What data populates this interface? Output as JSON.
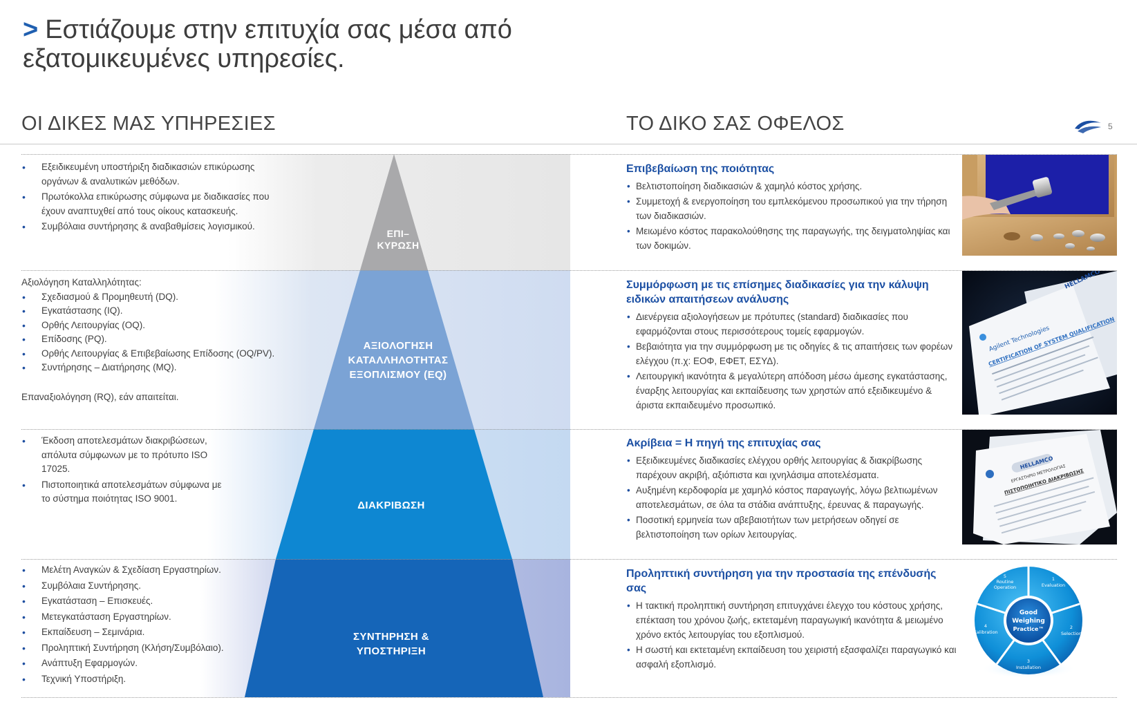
{
  "header": {
    "chevron": ">",
    "title_line1": "Εστιάζουμε στην επιτυχία σας μέσα από",
    "title_line2": "εξατομικευμένες υπηρεσίες."
  },
  "sections": {
    "left_heading": "ΟΙ ΔΙΚΕΣ ΜΑΣ ΥΠΗΡΕΣΙΕΣ",
    "right_heading": "ΤΟ ΔΙΚΟ ΣΑΣ ΟΦΕΛΟΣ",
    "page_number": "5"
  },
  "pyramid": {
    "tier1": [
      "ΕΠΙ–",
      "ΚΥΡΩΣΗ"
    ],
    "tier2": [
      "ΑΞΙΟΛΟΓΗΣΗ",
      "ΚΑΤΑΛΛΗΛΟΤΗΤΑΣ",
      "ΕΞΟΠΛΙΣΜΟΥ (EQ)"
    ],
    "tier3": [
      "ΔΙΑΚΡΙΒΩΣΗ"
    ],
    "tier4": [
      "ΣΥΝΤΗΡΗΣΗ &",
      "ΥΠΟΣΤΗΡΙΞΗ"
    ]
  },
  "services": {
    "validation": [
      "Εξειδικευμένη υποστήριξη διαδικασιών επικύρωσης οργάνων & αναλυτικών μεθόδων.",
      "Πρωτόκολλα επικύρωσης σύμφωνα με διαδικασίες που έχουν αναπτυχθεί από τους οίκους κατασκευής.",
      "Συμβόλαια συντήρησης & αναβαθμίσεις λογισμικού."
    ],
    "qualification_intro": "Αξιολόγηση Καταλληλότητας:",
    "qualification": [
      "Σχεδιασμού & Προμηθευτή (DQ).",
      "Εγκατάστασης (IQ).",
      "Ορθής Λειτουργίας (OQ).",
      "Επίδοσης (PQ).",
      "Ορθής Λειτουργίας & Επιβεβαίωσης Επίδοσης (OQ/PV).",
      "Συντήρησης – Διατήρησης (MQ)."
    ],
    "qualification_outro": "Επαναξιολόγηση (RQ), εάν απαιτείται.",
    "calibration": [
      "Έκδοση αποτελεσμάτων διακριβώσεων, απόλυτα σύμφωνων με το πρότυπο ISO 17025.",
      "Πιστοποιητικά αποτελεσμάτων σύμφωνα με το σύστημα ποιότητας ISO 9001."
    ],
    "maintenance": [
      "Μελέτη Αναγκών & Σχεδίαση Εργαστηρίων.",
      "Συμβόλαια Συντήρησης.",
      "Εγκατάσταση – Επισκευές.",
      "Μετεγκατάσταση Εργαστηρίων.",
      "Εκπαίδευση – Σεμινάρια.",
      "Προληπτική Συντήρηση (Κλήση/Συμβόλαιο).",
      "Ανάπτυξη Εφαρμογών.",
      "Τεχνική Υποστήριξη."
    ]
  },
  "benefits": [
    {
      "heading": "Επιβεβαίωση της ποιότητας",
      "items": [
        "Βελτιστοποίηση διαδικασιών & χαμηλό κόστος χρήσης.",
        "Συμμετοχή & ενεργοποίηση του εμπλεκόμενου προσωπικού για την τήρηση των διαδικασιών.",
        "Μειωμένο κόστος παρακολούθησης της παραγωγής, της δειγματοληψίας και των δοκιμών."
      ]
    },
    {
      "heading": "Συμμόρφωση με τις επίσημες διαδικασίες για την κάλυψη ειδικών απαιτήσεων ανάλυσης",
      "items": [
        "Διενέργεια αξιολογήσεων με πρότυπες (standard) διαδικασίες που εφαρμόζονται στους περισσότερους τομείς εφαρμογών.",
        "Βεβαιότητα για την συμμόρφωση με τις οδηγίες & τις απαιτήσεις των φορέων ελέγχου (π.χ: ΕΟΦ, ΕΦΕΤ, ΕΣΥΔ).",
        "Λειτουργική ικανότητα & μεγαλύτερη απόδοση μέσω άμεσης εγκατάστασης, έναρξης λειτουργίας και εκπαίδευσης των χρηστών από εξειδικευμένο & άριστα εκπαιδευμένο προσωπικό."
      ]
    },
    {
      "heading": "Ακρίβεια = Η πηγή της επιτυχίας σας",
      "items": [
        "Εξειδικευμένες διαδικασίες ελέγχου ορθής λειτουργίας & διακρίβωσης παρέχουν ακριβή, αξιόπιστα και ιχνηλάσιμα αποτελέσματα.",
        "Αυξημένη κερδοφορία με χαμηλό κόστος παραγωγής, λόγω βελτιωμένων αποτελεσμάτων, σε όλα τα στάδια ανάπτυξης, έρευνας & παραγωγής.",
        "Ποσοτική ερμηνεία των αβεβαιοτήτων των μετρήσεων οδηγεί σε βελτιστοποίηση των ορίων λειτουργίας."
      ]
    },
    {
      "heading": "Προληπτική συντήρηση για την προστασία της επένδυσής σας",
      "items": [
        "Η τακτική προληπτική συντήρηση επιτυγχάνει έλεγχο του κόστους χρήσης, επέκταση του χρόνου ζωής, εκτεταμένη παραγωγική ικανότητα & μειωμένο χρόνο εκτός λειτουργίας του εξοπλισμού.",
        "Η σωστή και εκτεταμένη εκπαίδευση του χειριστή εξασφαλίζει παραγωγικό και ασφαλή εξοπλισμό."
      ]
    }
  ],
  "images": {
    "cert_brand": "Agilent Technologies",
    "cert_title": "CERTIFICATION OF SYSTEM QUALIFICATION",
    "cert_brand2": "HELLAMCO",
    "calib_brand": "HELLAMCO",
    "calib_lab": "ΕΡΓΑΣΤΗΡΙΟ ΜΕΤΡΟΛΟΓΙΑΣ",
    "calib_doc": "ΠΙΣΤΟΠΟΙΗΤΙΚΟ ΔΙΑΚΡΙΒΩΣΗΣ",
    "wheel_center": [
      "Good",
      "Weighing",
      "Practice™"
    ],
    "wheel_1": [
      "1",
      "Evaluation"
    ],
    "wheel_2": [
      "2",
      "Selection"
    ],
    "wheel_3": [
      "3",
      "Installation"
    ],
    "wheel_4": [
      "4",
      "Calibration"
    ],
    "wheel_5": [
      "5",
      "Routine",
      "Operation"
    ]
  },
  "colors": {
    "accent_blue": "#1b4fa3",
    "tier1": "#a9a9ab",
    "tier2": "#7ba3d5",
    "tier3": "#0e87d2",
    "tier4": "#1565b8"
  }
}
